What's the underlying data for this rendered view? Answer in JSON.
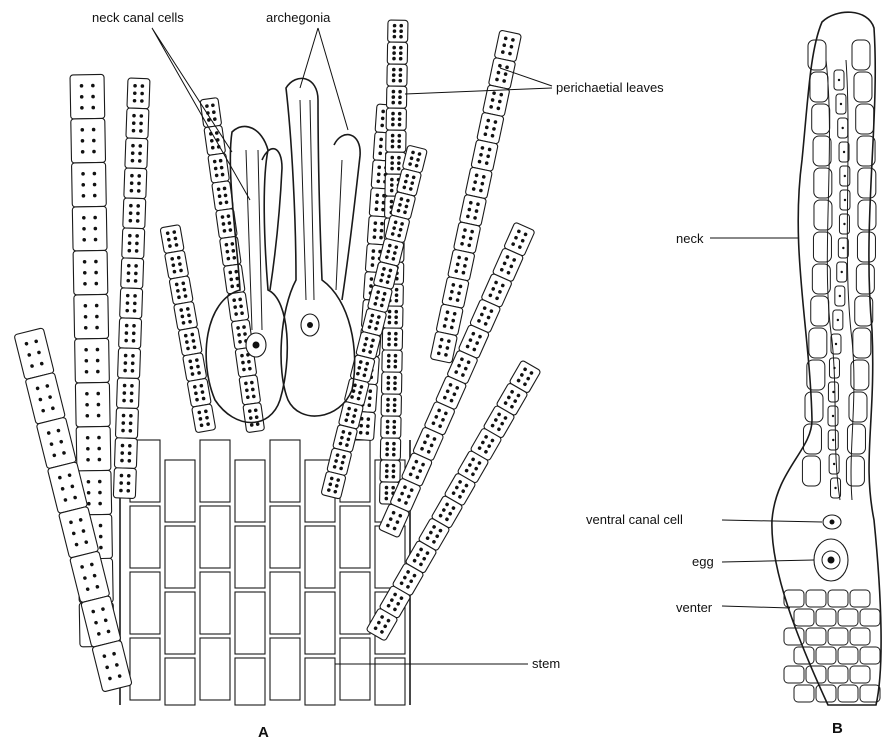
{
  "figure_a": {
    "labels": {
      "neck_canal_cells": "neck canal cells",
      "archegonia": "archegonia",
      "perichaetial_leaves": "perichaetial leaves",
      "stem": "stem"
    },
    "panel_letter": "A"
  },
  "figure_b": {
    "labels": {
      "neck": "neck",
      "ventral_canal_cell": "ventral canal cell",
      "egg": "egg",
      "venter": "venter"
    },
    "panel_letter": "B"
  },
  "colors": {
    "ink": "#1a1a1a",
    "background": "#ffffff"
  }
}
